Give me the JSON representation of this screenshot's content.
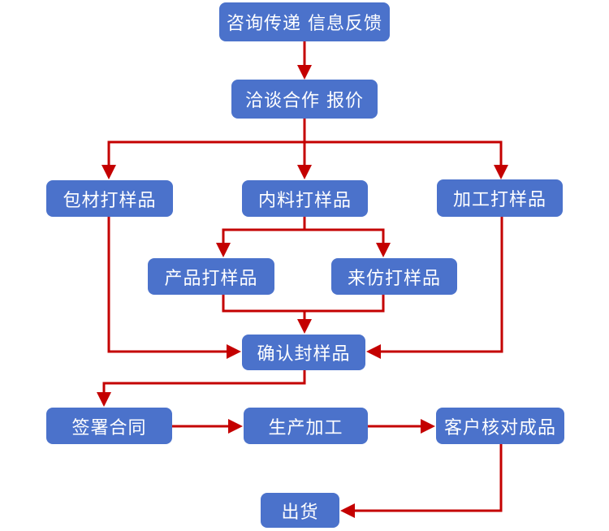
{
  "diagram": {
    "type": "flowchart",
    "title": "",
    "colors": {
      "node_fill": "#4b72cb",
      "node_text": "#ffffff",
      "arrow": "#c40000",
      "background": "#ffffff"
    },
    "nodes": {
      "consult": {
        "label": "咨询传递 信息反馈"
      },
      "negotiate": {
        "label": "洽谈合作 报价"
      },
      "packaging_sample": {
        "label": "包材打样品"
      },
      "material_sample": {
        "label": "内料打样品"
      },
      "processing_sample": {
        "label": "加工打样品"
      },
      "product_sample": {
        "label": "产品打样品"
      },
      "imitation_sample": {
        "label": "来仿打样品"
      },
      "confirm_sample": {
        "label": "确认封样品"
      },
      "sign_contract": {
        "label": "签署合同"
      },
      "production": {
        "label": "生产加工"
      },
      "customer_check": {
        "label": "客户核对成品"
      },
      "shipment": {
        "label": "出货"
      }
    },
    "edges": [
      {
        "from": "consult",
        "to": "negotiate"
      },
      {
        "from": "negotiate",
        "to": "packaging_sample"
      },
      {
        "from": "negotiate",
        "to": "material_sample"
      },
      {
        "from": "negotiate",
        "to": "processing_sample"
      },
      {
        "from": "material_sample",
        "to": "product_sample"
      },
      {
        "from": "material_sample",
        "to": "imitation_sample"
      },
      {
        "from": "product_sample",
        "to": "confirm_sample"
      },
      {
        "from": "imitation_sample",
        "to": "confirm_sample"
      },
      {
        "from": "packaging_sample",
        "to": "confirm_sample"
      },
      {
        "from": "processing_sample",
        "to": "confirm_sample"
      },
      {
        "from": "confirm_sample",
        "to": "sign_contract"
      },
      {
        "from": "sign_contract",
        "to": "production"
      },
      {
        "from": "production",
        "to": "customer_check"
      },
      {
        "from": "customer_check",
        "to": "shipment"
      }
    ]
  }
}
